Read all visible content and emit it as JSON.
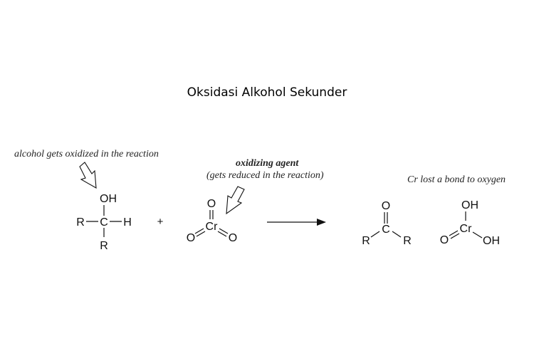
{
  "title": "Oksidasi Alkohol Sekunder",
  "annotations": {
    "alcohol_note": "alcohol gets oxidized in the reaction",
    "agent_title": "oxidizing agent",
    "agent_sub": "(gets reduced in the reaction)",
    "cr_note": "Cr lost a bond to oxygen"
  },
  "reaction": {
    "plus": "+",
    "alcohol": {
      "top": "OH",
      "left": "R",
      "center": "C",
      "right": "H",
      "bottom": "R"
    },
    "chromium_trioxide": {
      "top": "O",
      "center": "Cr",
      "left": "O",
      "right": "O"
    },
    "ketone": {
      "top": "O",
      "center": "C",
      "left": "R",
      "right": "R"
    },
    "chromium_product": {
      "top": "OH",
      "center": "Cr",
      "left": "O",
      "right": "OH"
    }
  }
}
